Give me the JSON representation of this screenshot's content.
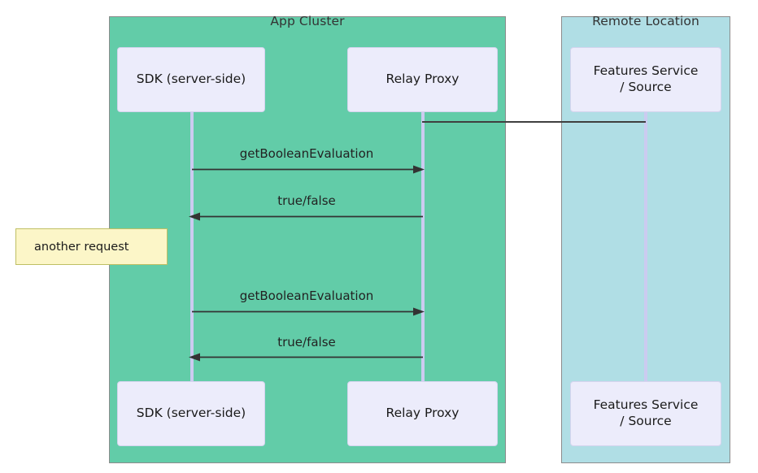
{
  "diagram": {
    "type": "sequence-diagram",
    "title": "",
    "colors": {
      "app_cluster_bg": "#62CCA8",
      "remote_location_bg": "#B0DEE5",
      "actor_box_bg": "#ECECFB",
      "lifeline": "#CBCBF0",
      "note_bg": "#FCF6C8",
      "note_border": "#BFBF63",
      "arrow": "#333333",
      "group_border": "#8c8c8c"
    },
    "groups": [
      {
        "id": "app-cluster",
        "label": "App Cluster"
      },
      {
        "id": "remote-location",
        "label": "Remote Location"
      }
    ],
    "participants": [
      {
        "id": "sdk",
        "label": "SDK (server-side)",
        "group": "app-cluster"
      },
      {
        "id": "relay",
        "label": "Relay Proxy",
        "group": "app-cluster"
      },
      {
        "id": "features",
        "label": "Features Service\n/ Source",
        "line1": "Features Service",
        "line2": "/ Source",
        "group": "remote-location"
      }
    ],
    "messages": [
      {
        "index": 1,
        "from": "sdk",
        "to": "relay",
        "label": "getBooleanEvaluation",
        "direction": "right",
        "arrowhead": "solid"
      },
      {
        "index": 2,
        "from": "relay",
        "to": "sdk",
        "label": "true/false",
        "direction": "left",
        "arrowhead": "solid"
      },
      {
        "index": 3,
        "from": "sdk",
        "to": "relay",
        "label": "getBooleanEvaluation",
        "direction": "right",
        "arrowhead": "solid"
      },
      {
        "index": 4,
        "from": "relay",
        "to": "sdk",
        "label": "true/false",
        "direction": "left",
        "arrowhead": "solid"
      }
    ],
    "connectors": [
      {
        "from": "relay",
        "to": "features",
        "label": "",
        "arrowhead": "none"
      }
    ],
    "notes": [
      {
        "id": "another-request",
        "text": "another request",
        "position": "left-of-sdk"
      }
    ]
  }
}
